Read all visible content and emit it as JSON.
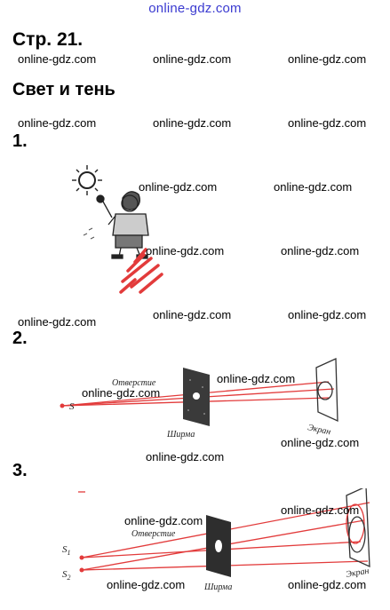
{
  "site_watermark": "online-gdz.com",
  "page_heading": "Стр. 21.",
  "section_heading": "Свет и тень",
  "items": [
    "1.",
    "2.",
    "3."
  ],
  "watermark": "online-gdz.com",
  "figure2": {
    "hole_label": "Отверстие",
    "screen_label": "Ширма",
    "display_label": "Экран",
    "source_label": "S"
  },
  "figure3": {
    "hole_label": "Отверстие",
    "screen_label": "Ширма",
    "display_label": "Экран",
    "source1": "S",
    "source1_sub": "1",
    "source2": "S",
    "source2_sub": "2"
  },
  "colors": {
    "ray": "#e23b3b",
    "watermark_top": "#3a3ad0"
  }
}
